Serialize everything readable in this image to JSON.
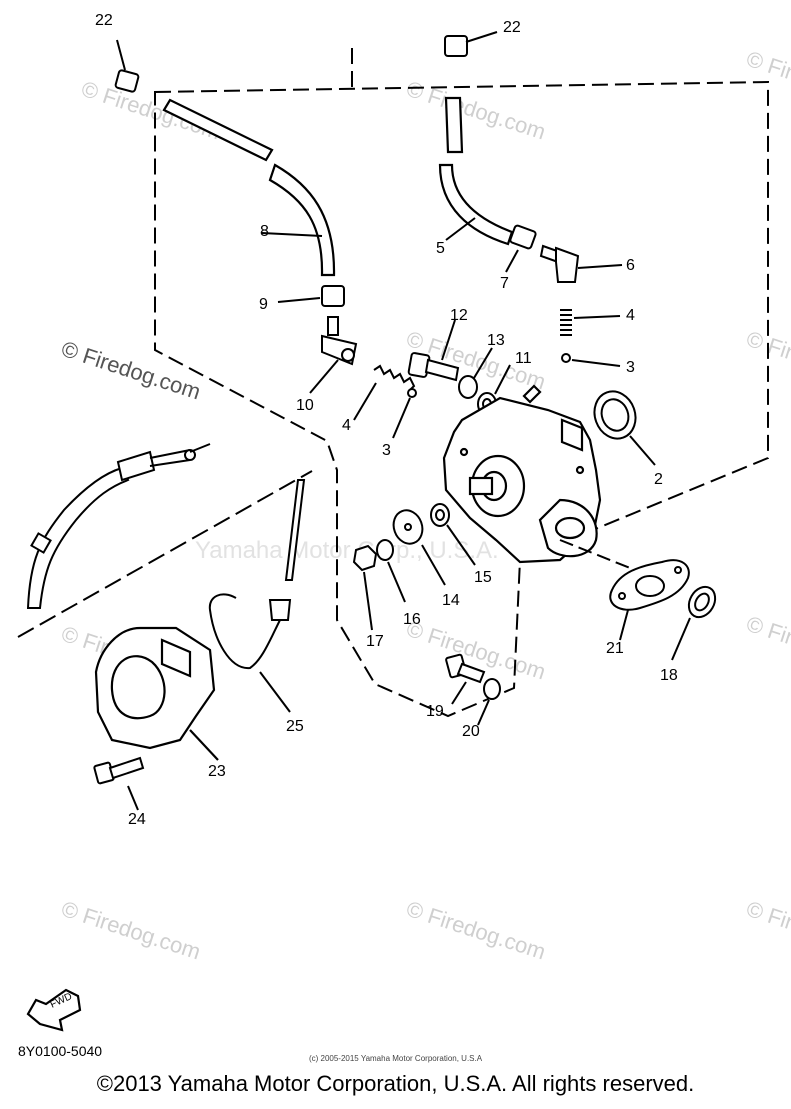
{
  "watermark": {
    "site": "© Firedog.com",
    "corp": "Yamaha Motor Corp., U.S.A."
  },
  "callouts": [
    "22",
    "22",
    "8",
    "5",
    "7",
    "6",
    "9",
    "12",
    "13",
    "11",
    "4",
    "3",
    "10",
    "4",
    "3",
    "2",
    "15",
    "14",
    "16",
    "17",
    "21",
    "18",
    "19",
    "20",
    "25",
    "23",
    "24"
  ],
  "fwd_label": "FWD",
  "doc_code": "8Y0100-5040",
  "small_copyright": "(c) 2005-2015 Yamaha Motor Corporation, U.S.A",
  "copyright": "©2013 Yamaha Motor Corporation, U.S.A. All rights reserved."
}
